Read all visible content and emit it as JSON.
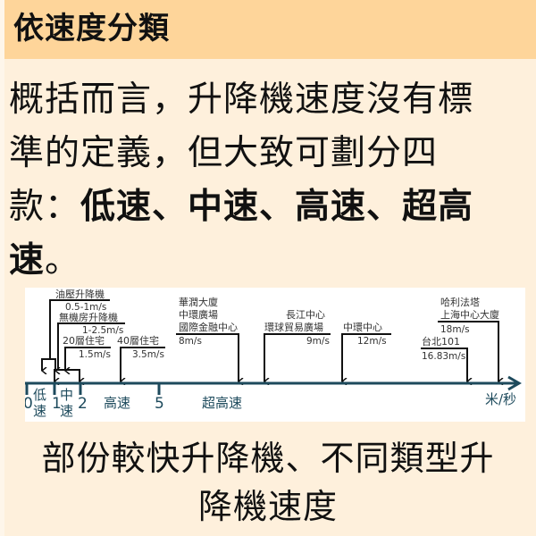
{
  "header": {
    "title": "依速度分類"
  },
  "body": {
    "line1": "概括而言，升降機速度沒有標",
    "line2": "準的定義，但大致可劃分四",
    "line3_prefix": "款：",
    "line3_bold": "低速、中速、高速、超高",
    "line4_bold": "速",
    "line4_suffix": "。"
  },
  "diagram": {
    "axis_unit": "米/秒",
    "ticks": [
      "0",
      "1",
      "2",
      "5"
    ],
    "categories": [
      {
        "label_top": "低",
        "label_bottom": "速"
      },
      {
        "label_top": "中",
        "label_bottom": "速"
      },
      {
        "label": "高速"
      },
      {
        "label": "超高速"
      }
    ],
    "annotations": [
      {
        "names": [
          "油壓升降機"
        ],
        "speed": "0.5-1m/s"
      },
      {
        "names": [
          "無機房升降機"
        ],
        "speed": "1-2.5m/s"
      },
      {
        "names": [
          "20層住宅"
        ],
        "speed": "1.5m/s"
      },
      {
        "names": [
          "40層住宅"
        ],
        "speed": "3.5m/s"
      },
      {
        "names": [
          "華潤大廈",
          "中環廣場",
          "國際金融中心"
        ],
        "speed": "8m/s"
      },
      {
        "names": [
          "長江中心",
          "環球貿易廣場"
        ],
        "speed": "9m/s"
      },
      {
        "names": [
          "中環中心"
        ],
        "speed": "12m/s"
      },
      {
        "names": [
          "台北101"
        ],
        "speed": "16.83m/s"
      },
      {
        "names": [
          "哈利法塔",
          "上海中心大廈"
        ],
        "speed": "18m/s"
      }
    ]
  },
  "caption": {
    "line1": "部份較快升降機、不同類型升",
    "line2": "降機速度"
  },
  "colors": {
    "header_bg": "#FED59A",
    "body_bg": "#FEF0DC",
    "axis": "#1d4a5c"
  }
}
